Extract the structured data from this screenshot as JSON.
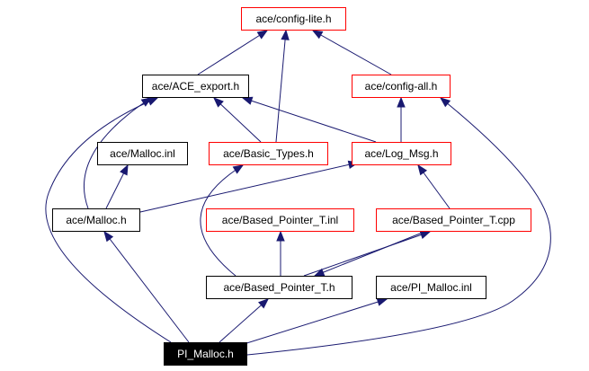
{
  "diagram": {
    "edge_color": "#191970",
    "nodes": [
      {
        "id": "config_lite",
        "label": "ace/config-lite.h",
        "border": "#ff0000"
      },
      {
        "id": "ace_export",
        "label": "ace/ACE_export.h",
        "border": "#000000"
      },
      {
        "id": "config_all",
        "label": "ace/config-all.h",
        "border": "#ff0000"
      },
      {
        "id": "malloc_inl",
        "label": "ace/Malloc.inl",
        "border": "#000000"
      },
      {
        "id": "basic_types",
        "label": "ace/Basic_Types.h",
        "border": "#ff0000"
      },
      {
        "id": "log_msg",
        "label": "ace/Log_Msg.h",
        "border": "#ff0000"
      },
      {
        "id": "malloc_h",
        "label": "ace/Malloc.h",
        "border": "#000000"
      },
      {
        "id": "based_ptr_inl",
        "label": "ace/Based_Pointer_T.inl",
        "border": "#ff0000"
      },
      {
        "id": "based_ptr_cpp",
        "label": "ace/Based_Pointer_T.cpp",
        "border": "#ff0000"
      },
      {
        "id": "based_ptr_h",
        "label": "ace/Based_Pointer_T.h",
        "border": "#000000"
      },
      {
        "id": "pi_malloc_inl",
        "label": "ace/PI_Malloc.inl",
        "border": "#000000"
      },
      {
        "id": "pi_malloc_h",
        "label": "PI_Malloc.h",
        "border": "#000000",
        "focus": true
      }
    ],
    "edges": [
      {
        "from": "ace_export",
        "to": "config_lite"
      },
      {
        "from": "basic_types",
        "to": "config_lite"
      },
      {
        "from": "config_all",
        "to": "config_lite"
      },
      {
        "from": "log_msg",
        "to": "config_all"
      },
      {
        "from": "log_msg",
        "to": "ace_export"
      },
      {
        "from": "basic_types",
        "to": "ace_export"
      },
      {
        "from": "malloc_h",
        "to": "ace_export"
      },
      {
        "from": "malloc_h",
        "to": "malloc_inl"
      },
      {
        "from": "malloc_h",
        "to": "log_msg"
      },
      {
        "from": "based_ptr_h",
        "to": "basic_types"
      },
      {
        "from": "based_ptr_h",
        "to": "based_ptr_inl"
      },
      {
        "from": "based_ptr_h",
        "to": "based_ptr_cpp"
      },
      {
        "from": "based_ptr_cpp",
        "to": "based_ptr_h"
      },
      {
        "from": "based_ptr_cpp",
        "to": "log_msg"
      },
      {
        "from": "pi_malloc_h",
        "to": "ace_export"
      },
      {
        "from": "pi_malloc_h",
        "to": "malloc_h"
      },
      {
        "from": "pi_malloc_h",
        "to": "based_ptr_h"
      },
      {
        "from": "pi_malloc_h",
        "to": "pi_malloc_inl"
      },
      {
        "from": "pi_malloc_h",
        "to": "config_all"
      }
    ]
  }
}
